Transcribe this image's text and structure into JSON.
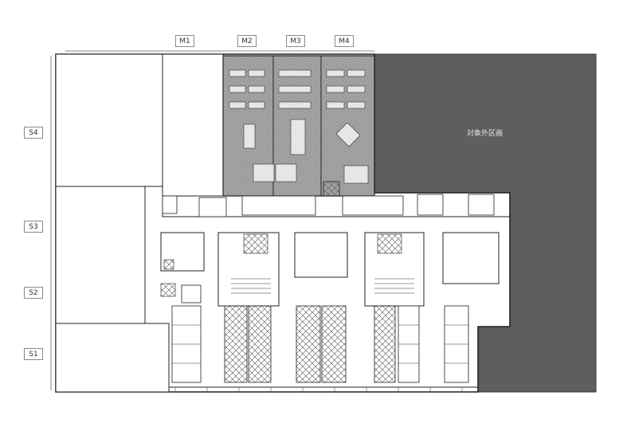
{
  "grid_labels": {
    "top": [
      "M1",
      "M2",
      "M3",
      "M4"
    ],
    "left": [
      "S4",
      "S3",
      "S2",
      "S1"
    ]
  },
  "area_label": "対象外区画",
  "colors": {
    "excluded_area": "#5c5c5c",
    "office_fill": "#9a9a9a",
    "wall": "#222222"
  }
}
